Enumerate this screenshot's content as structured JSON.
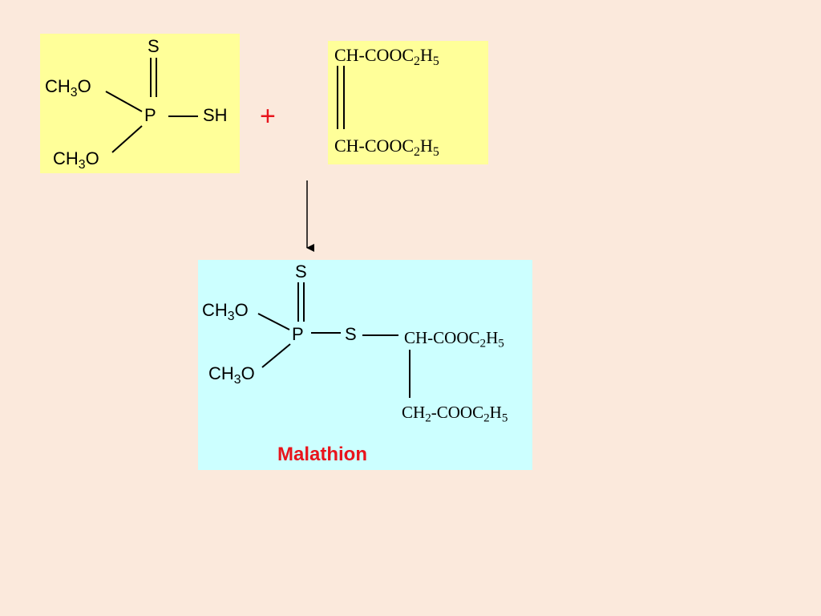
{
  "reactant1": {
    "s_top": "S",
    "methoxy_upper": [
      "CH",
      "3",
      "O"
    ],
    "phosphorus": "P",
    "thiol": "SH",
    "methoxy_lower": [
      "CH",
      "3",
      "O"
    ]
  },
  "plus_sign": "+",
  "reactant2": {
    "top_group": [
      "CH-COOC",
      "2",
      "H",
      "5"
    ],
    "bottom_group": [
      "CH-COOC",
      "2",
      "H",
      "5"
    ]
  },
  "product": {
    "s_top": "S",
    "methoxy_upper": [
      "CH",
      "3",
      "O"
    ],
    "phosphorus": "P",
    "thioether_s": "S",
    "methoxy_lower": [
      "CH",
      "3",
      "O"
    ],
    "ch_group": [
      "CH-COOC",
      "2",
      "H",
      "5"
    ],
    "ch2_group": [
      "CH",
      "2",
      "-COOC",
      "2",
      "H",
      "5"
    ],
    "name": "Malathion"
  },
  "colors": {
    "background": "#fbe9dc",
    "reactant_panel": "#ffff99",
    "product_panel": "#ccffff",
    "accent_red": "#e8141c"
  }
}
